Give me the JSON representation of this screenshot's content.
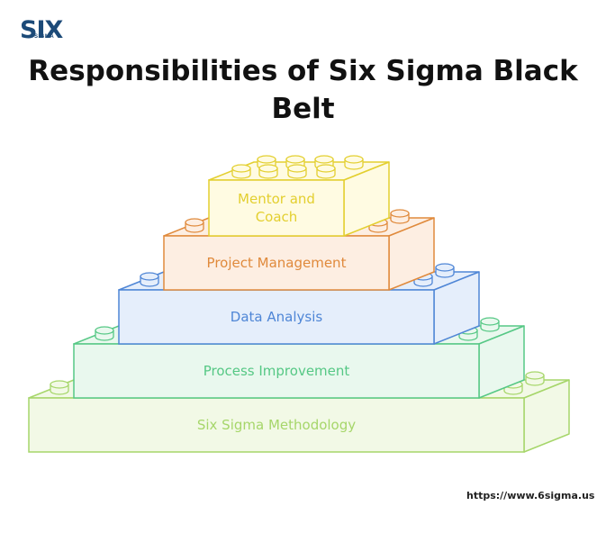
{
  "logo": {
    "text": "SIX",
    "sub": "SIGMA"
  },
  "title": "Responsibilities of Six Sigma Black Belt",
  "tiers": [
    {
      "label_lines": [
        "Mentor and",
        "Coach"
      ],
      "stroke": "#e3cf2f",
      "fill": "#fffbe2"
    },
    {
      "label_lines": [
        "Project Management"
      ],
      "stroke": "#e08a3c",
      "fill": "#fdeee2"
    },
    {
      "label_lines": [
        "Data Analysis"
      ],
      "stroke": "#4f86d6",
      "fill": "#e5eefb"
    },
    {
      "label_lines": [
        "Process Improvement"
      ],
      "stroke": "#56c885",
      "fill": "#e9f8ee"
    },
    {
      "label_lines": [
        "Six Sigma Methodology"
      ],
      "stroke": "#a6d66a",
      "fill": "#f2f9e6"
    }
  ],
  "footer": {
    "url": "https://www.6sigma.us"
  }
}
